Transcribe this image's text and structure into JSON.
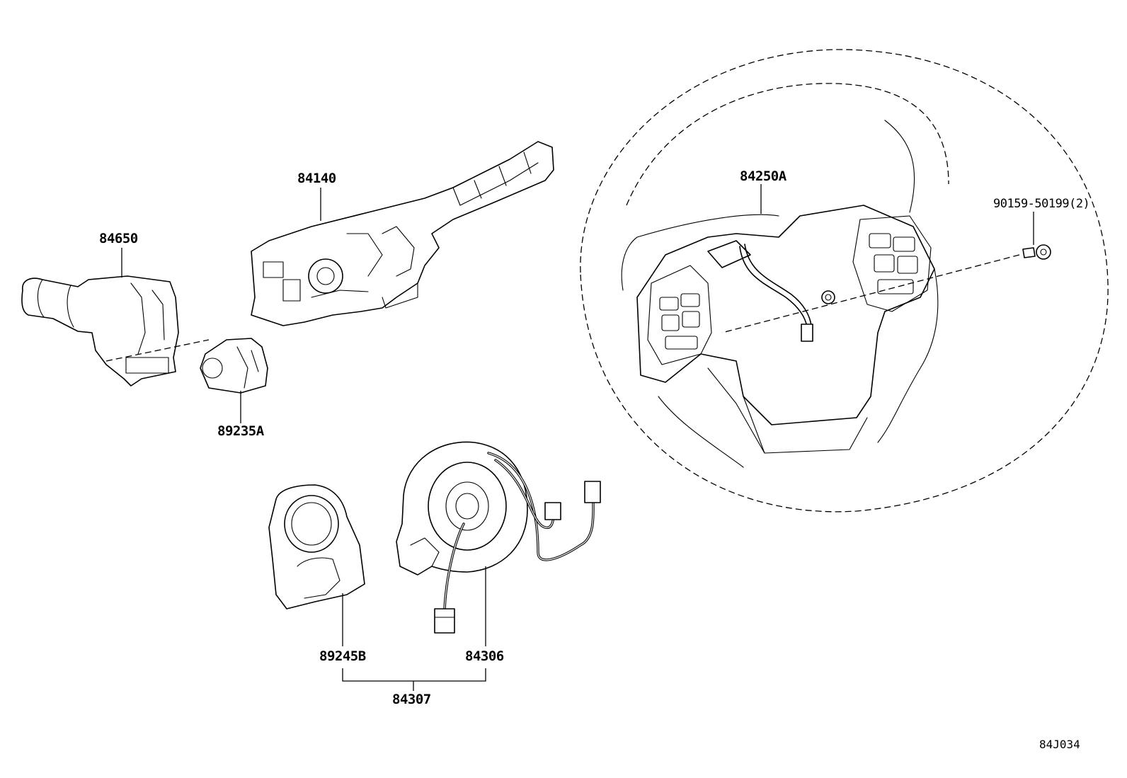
{
  "parts": {
    "p84140": "84140",
    "p84650": "84650",
    "p89235A": "89235A",
    "p84250A": "84250A",
    "p90159": "90159-50199(2)",
    "p89245B": "89245B",
    "p84306": "84306",
    "p84307": "84307"
  },
  "reference_code": "84J034"
}
